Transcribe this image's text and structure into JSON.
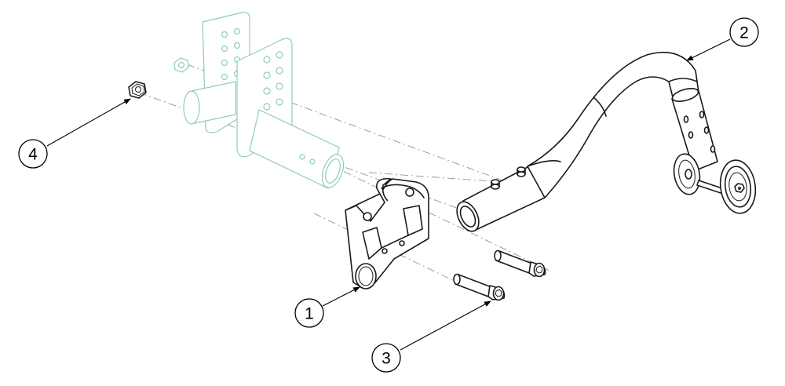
{
  "callouts": [
    {
      "id": "1",
      "label": "1"
    },
    {
      "id": "2",
      "label": "2"
    },
    {
      "id": "3",
      "label": "3"
    },
    {
      "id": "4",
      "label": "4"
    }
  ],
  "colors": {
    "ghost_outline": "#8fcbbf",
    "ink": "#1a1a1a",
    "centerline": "#8a9a96",
    "background": "#ffffff"
  }
}
